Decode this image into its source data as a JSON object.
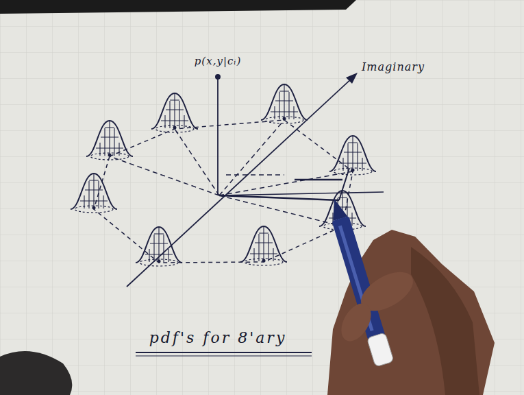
{
  "diagram": {
    "caption": "pdf's for 8'ary",
    "labels": [
      "p(x,y|cᵢ)",
      "Imaginary"
    ]
  }
}
